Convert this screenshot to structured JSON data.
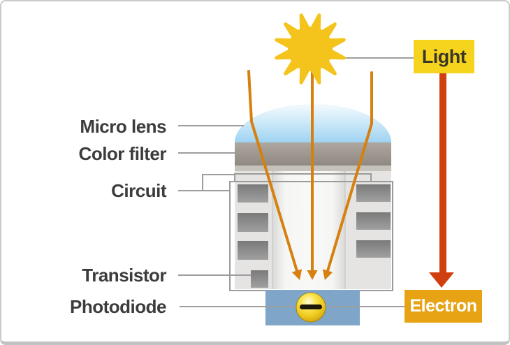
{
  "figure": {
    "description": "Image sensor pixel structure diagram",
    "labels": {
      "micro_lens": "Micro lens",
      "color_filter": "Color filter",
      "circuit": "Circuit",
      "transistor": "Transistor",
      "photodiode": "Photodiode"
    },
    "callouts": {
      "light": "Light",
      "electron": "Electron"
    },
    "icons": {
      "sun": "sun-icon",
      "electron_charge": "minus-icon"
    }
  },
  "colors": {
    "sun": "#F5C41C",
    "light_ray": "#D6800F",
    "flow_arrow": "#D0400F",
    "light_box_bg": "#F6D41D",
    "light_box_text": "#3A3628",
    "electron_box_bg": "#E8A315",
    "electron_box_text": "#FFFFFF",
    "photodiode_fill": "#7FA5C9",
    "electron_sphere_gold": "#ECC71D",
    "minus_sign": "#1D1709",
    "lens_blue": "#9ED2F1",
    "filter_gray": "#9C968E",
    "label_text": "#3C3C3C",
    "leader_line": "#9E9E9E",
    "outline_gray": "#9B9B9B"
  }
}
